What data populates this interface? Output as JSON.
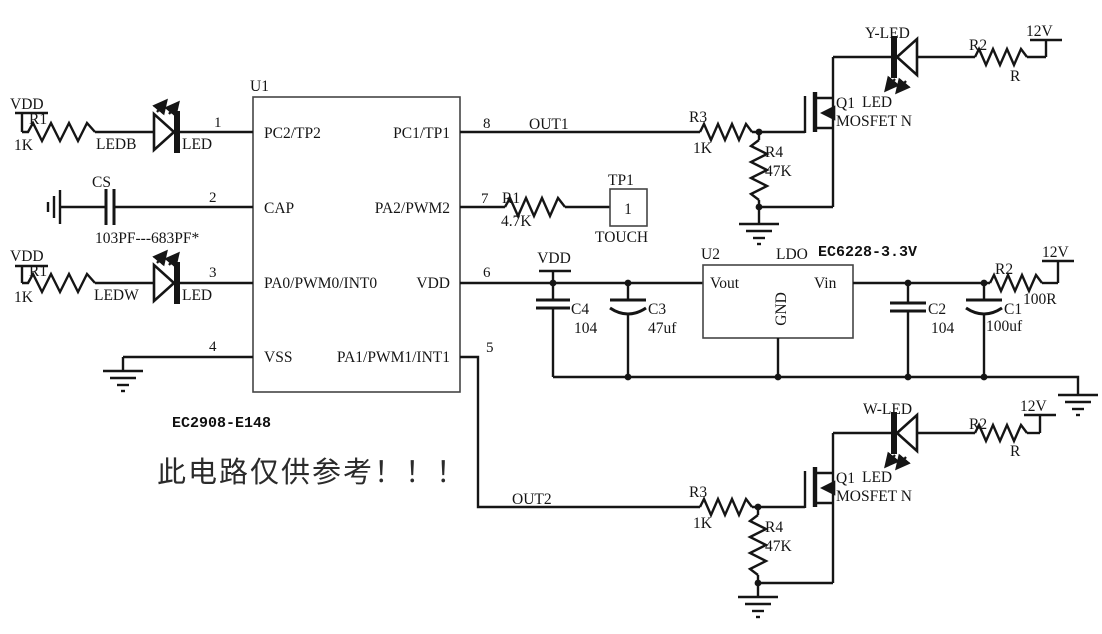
{
  "u1": {
    "ref": "U1",
    "part": "EC2908-E148",
    "pins": {
      "p1": {
        "num": "1",
        "name": "PC2/TP2"
      },
      "p2": {
        "num": "2",
        "name": "CAP"
      },
      "p3": {
        "num": "3",
        "name": "PA0/PWM0/INT0"
      },
      "p4": {
        "num": "4",
        "name": "VSS"
      },
      "p5": {
        "num": "5",
        "name": "PA1/PWM1/INT1"
      },
      "p6": {
        "num": "6",
        "name": "VDD"
      },
      "p7": {
        "num": "7",
        "name": "PA2/PWM2"
      },
      "p8": {
        "num": "8",
        "name": "PC1/TP1"
      }
    }
  },
  "nets": {
    "out1": "OUT1",
    "out2": "OUT2"
  },
  "ledb": {
    "power": "VDD",
    "res_ref": "R1",
    "res_val": "1K",
    "net": "LEDB",
    "dev": "LED"
  },
  "ledw": {
    "power": "VDD",
    "res_ref": "R1",
    "res_val": "1K",
    "net": "LEDW",
    "dev": "LED"
  },
  "sense_cap": {
    "ref": "CS",
    "val": "103PF---683PF*"
  },
  "touch": {
    "res_ref": "R1",
    "res_val": "4.7K",
    "ref": "TP1",
    "pad": "1",
    "name": "TOUCH"
  },
  "ch1": {
    "r3": {
      "ref": "R3",
      "val": "1K"
    },
    "r4": {
      "ref": "R4",
      "val": "47K"
    },
    "q": {
      "ref": "Q1",
      "type": "MOSFET N",
      "dev": "LED"
    },
    "led": {
      "name": "Y-LED"
    },
    "r2": {
      "ref": "R2",
      "val": "R"
    },
    "power": "12V"
  },
  "ch2": {
    "r3": {
      "ref": "R3",
      "val": "1K"
    },
    "r4": {
      "ref": "R4",
      "val": "47K"
    },
    "q": {
      "ref": "Q1",
      "type": "MOSFET N",
      "dev": "LED"
    },
    "led": {
      "name": "W-LED"
    },
    "r2": {
      "ref": "R2",
      "val": "R"
    },
    "power": "12V"
  },
  "ldo": {
    "ref": "U2",
    "kind": "LDO",
    "part": "EC6228-3.3V",
    "pin_vout": "Vout",
    "pin_gnd": "GND",
    "pin_vin": "Vin",
    "power_out": "VDD",
    "power_in": "12V",
    "c4": {
      "ref": "C4",
      "val": "104"
    },
    "c3": {
      "ref": "C3",
      "val": "47uf"
    },
    "c2": {
      "ref": "C2",
      "val": "104"
    },
    "c1": {
      "ref": "C1",
      "val": "100uf"
    },
    "r2": {
      "ref": "R2",
      "val": "100R"
    }
  },
  "disclaimer": "此电路仅供参考！！！"
}
